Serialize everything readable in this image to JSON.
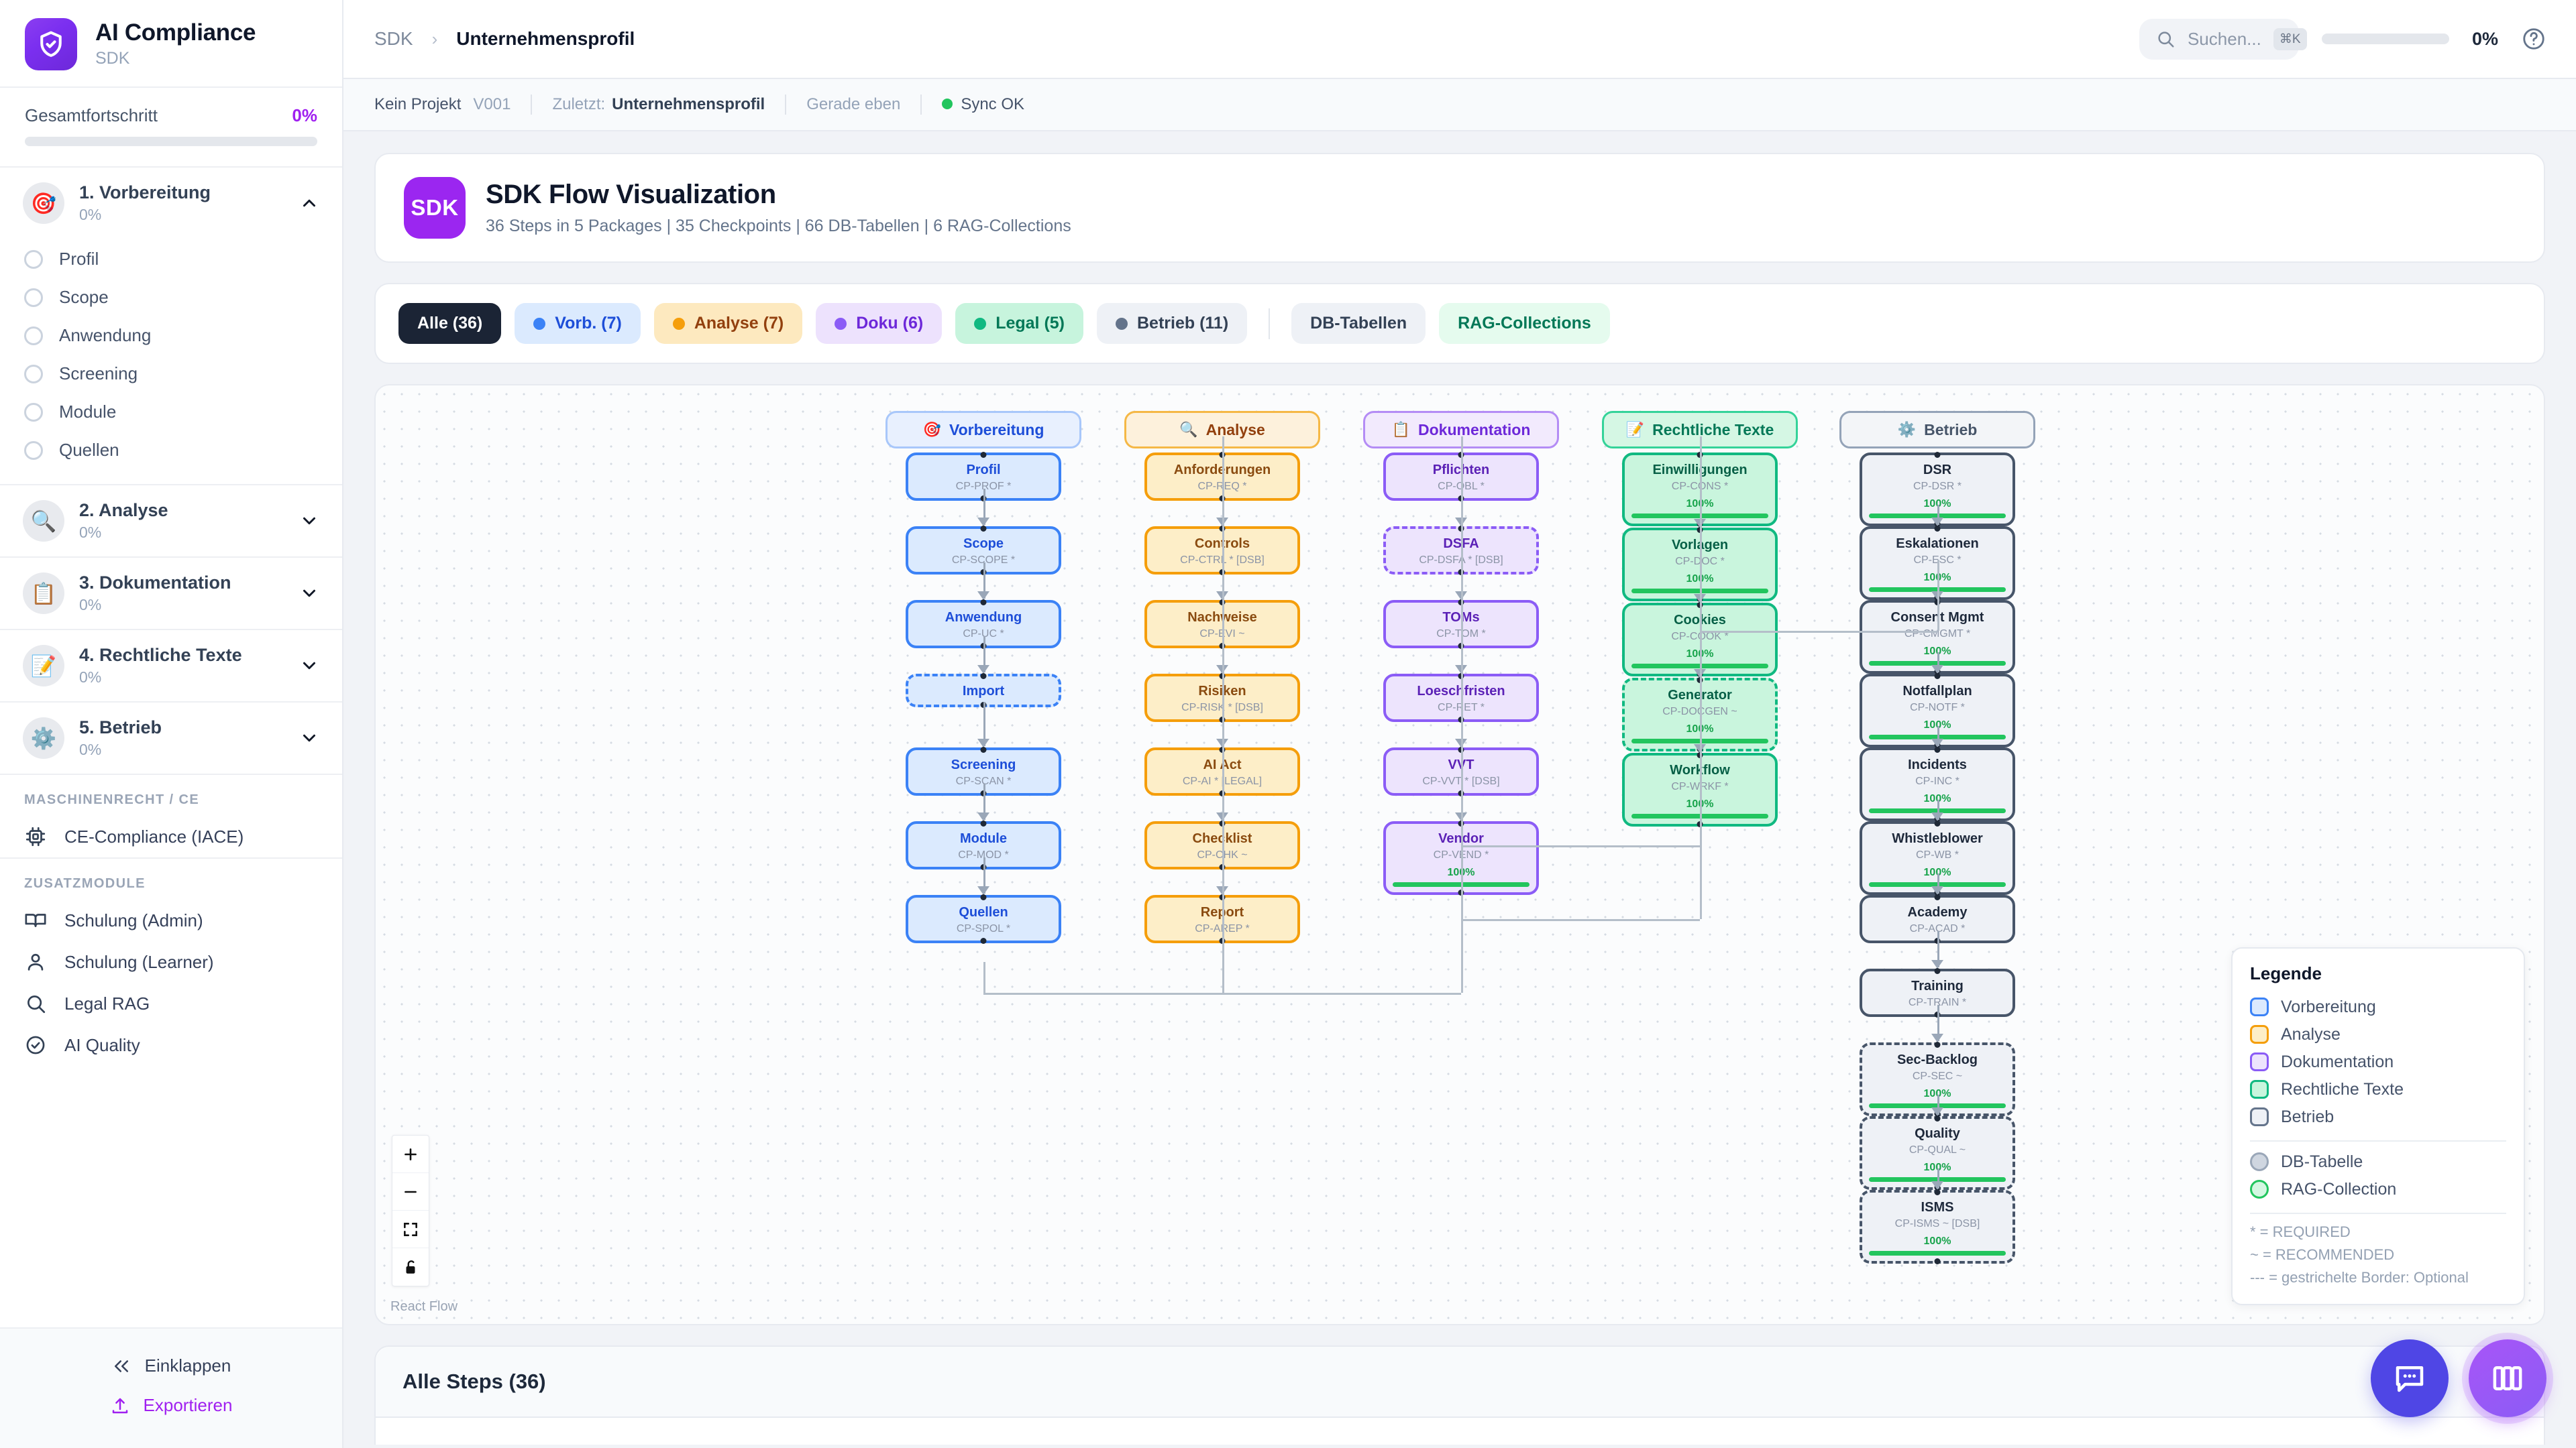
{
  "brand": {
    "title": "AI Compliance",
    "subtitle": "SDK",
    "icon": "shield-check-icon"
  },
  "sidebar": {
    "progress": {
      "label": "Gesamtfortschritt",
      "value": "0%",
      "percent": 0
    },
    "sections": [
      {
        "emoji": "🎯",
        "title": "1. Vorbereitung",
        "percent": "0%",
        "expanded": true,
        "items": [
          {
            "label": "Profil"
          },
          {
            "label": "Scope"
          },
          {
            "label": "Anwendung"
          },
          {
            "label": "Screening"
          },
          {
            "label": "Module"
          },
          {
            "label": "Quellen"
          }
        ]
      },
      {
        "emoji": "🔍",
        "title": "2. Analyse",
        "percent": "0%",
        "expanded": false,
        "items": []
      },
      {
        "emoji": "📋",
        "title": "3. Dokumentation",
        "percent": "0%",
        "expanded": false,
        "items": []
      },
      {
        "emoji": "📝",
        "title": "4. Rechtliche Texte",
        "percent": "0%",
        "expanded": false,
        "items": []
      },
      {
        "emoji": "⚙️",
        "title": "5. Betrieb",
        "percent": "0%",
        "expanded": false,
        "items": []
      }
    ],
    "group_machine_label": "MASCHINENRECHT / CE",
    "machine_links": [
      {
        "label": "CE-Compliance (IACE)",
        "icon": "cpu-icon"
      }
    ],
    "group_extra_label": "ZUSATZMODULE",
    "extra_links": [
      {
        "label": "Schulung (Admin)",
        "icon": "book-icon"
      },
      {
        "label": "Schulung (Learner)",
        "icon": "user-icon"
      },
      {
        "label": "Legal RAG",
        "icon": "search-icon"
      },
      {
        "label": "AI Quality",
        "icon": "check-circle-icon"
      }
    ],
    "collapse_label": "Einklappen",
    "export_label": "Exportieren"
  },
  "topbar": {
    "breadcrumb_root": "SDK",
    "breadcrumb_current": "Unternehmensprofil",
    "search": {
      "placeholder": "Suchen...",
      "shortcut": "⌘K"
    },
    "progress_pct": "0%",
    "help_icon": "question-circle-icon"
  },
  "metabar": {
    "project": "Kein Projekt",
    "version": "V001",
    "last_label": "Zuletzt:",
    "last_value": "Unternehmensprofil",
    "time": "Gerade eben",
    "sync": "Sync OK"
  },
  "hero": {
    "badge": "SDK",
    "title": "SDK Flow Visualization",
    "subtitle": "36 Steps in 5 Packages | 35 Checkpoints | 66 DB-Tabellen | 6 RAG-Collections"
  },
  "chips": [
    {
      "label": "Alle (36)",
      "dot": null,
      "bg": "#1b2435",
      "fg": "#ffffff",
      "active": true
    },
    {
      "label": "Vorb. (7)",
      "dot": "#3b82f6",
      "bg": "#dbeafe",
      "fg": "#1d4ed8"
    },
    {
      "label": "Analyse (7)",
      "dot": "#f59e0b",
      "bg": "#fde9bf",
      "fg": "#92400e"
    },
    {
      "label": "Doku (6)",
      "dot": "#8b5cf6",
      "bg": "#ede2fd",
      "fg": "#6d28d9"
    },
    {
      "label": "Legal (5)",
      "dot": "#10b981",
      "bg": "#c7f4dd",
      "fg": "#047857"
    },
    {
      "label": "Betrieb (11)",
      "dot": "#64748b",
      "bg": "#eef1f6",
      "fg": "#334155"
    },
    {
      "sep": true
    },
    {
      "label": "DB-Tabellen",
      "dot": null,
      "bg": "#eef1f6",
      "fg": "#334155"
    },
    {
      "label": "RAG-Collections",
      "dot": null,
      "bg": "#e5fbee",
      "fg": "#047857"
    }
  ],
  "flow": {
    "groups": [
      {
        "label": "Vorbereitung",
        "icon": "🎯",
        "bg": "#e8f0fe",
        "border": "#a8c7fa",
        "fg": "#1d4ed8"
      },
      {
        "label": "Analyse",
        "icon": "🔍",
        "bg": "#fdf1dc",
        "border": "#f5b846",
        "fg": "#92400e"
      },
      {
        "label": "Dokumentation",
        "icon": "📋",
        "bg": "#f2eafd",
        "border": "#b48cf5",
        "fg": "#6d28d9"
      },
      {
        "label": "Rechtliche Texte",
        "icon": "📝",
        "bg": "#d5f7e4",
        "border": "#34d399",
        "fg": "#047857"
      },
      {
        "label": "Betrieb",
        "icon": "⚙️",
        "bg": "#f3f5f8",
        "border": "#94a3b8",
        "fg": "#475569"
      }
    ],
    "columns": [
      {
        "key": "vorbereitung",
        "bg": "#dbeafe",
        "border": "#3b82f6",
        "fg": "#1d4ed8",
        "nodes": [
          {
            "title": "Profil",
            "code": "CP-PROF *",
            "dashed": false
          },
          {
            "title": "Scope",
            "code": "CP-SCOPE *",
            "dashed": false
          },
          {
            "title": "Anwendung",
            "code": "CP-UC *",
            "dashed": false
          },
          {
            "title": "Import",
            "code": "",
            "dashed": true
          },
          {
            "title": "Screening",
            "code": "CP-SCAN *",
            "dashed": false
          },
          {
            "title": "Module",
            "code": "CP-MOD *",
            "dashed": false
          },
          {
            "title": "Quellen",
            "code": "CP-SPOL *",
            "dashed": false
          }
        ]
      },
      {
        "key": "analyse",
        "bg": "#fdeec8",
        "border": "#f59e0b",
        "fg": "#8a4b10",
        "nodes": [
          {
            "title": "Anforderungen",
            "code": "CP-REQ *",
            "dashed": false
          },
          {
            "title": "Controls",
            "code": "CP-CTRL * [DSB]",
            "dashed": false
          },
          {
            "title": "Nachweise",
            "code": "CP-EVI ~",
            "dashed": false
          },
          {
            "title": "Risiken",
            "code": "CP-RISK * [DSB]",
            "dashed": false
          },
          {
            "title": "AI Act",
            "code": "CP-AI * [LEGAL]",
            "dashed": false
          },
          {
            "title": "Checklist",
            "code": "CP-CHK ~",
            "dashed": false
          },
          {
            "title": "Report",
            "code": "CP-AREP *",
            "dashed": false
          }
        ]
      },
      {
        "key": "dokumentation",
        "bg": "#ede4fd",
        "border": "#8b5cf6",
        "fg": "#5b21b6",
        "nodes": [
          {
            "title": "Pflichten",
            "code": "CP-OBL *",
            "dashed": false
          },
          {
            "title": "DSFA",
            "code": "CP-DSFA * [DSB]",
            "dashed": true
          },
          {
            "title": "TOMs",
            "code": "CP-TOM *",
            "dashed": false
          },
          {
            "title": "Loeschfristen",
            "code": "CP-RET *",
            "dashed": false
          },
          {
            "title": "VVT",
            "code": "CP-VVT * [DSB]",
            "dashed": false
          },
          {
            "title": "Vendor",
            "code": "CP-VEND *",
            "dashed": false,
            "pct": "100%"
          }
        ]
      },
      {
        "key": "rechtliche",
        "bg": "#c9f5dd",
        "border": "#10b981",
        "fg": "#065f46",
        "nodes": [
          {
            "title": "Einwilligungen",
            "code": "CP-CONS *",
            "dashed": false,
            "pct": "100%"
          },
          {
            "title": "Vorlagen",
            "code": "CP-DOC *",
            "dashed": false,
            "pct": "100%"
          },
          {
            "title": "Cookies",
            "code": "CP-COOK *",
            "dashed": false,
            "pct": "100%"
          },
          {
            "title": "Generator",
            "code": "CP-DOCGEN ~",
            "dashed": true,
            "pct": "100%"
          },
          {
            "title": "Workflow",
            "code": "CP-WRKF *",
            "dashed": false,
            "pct": "100%"
          }
        ]
      },
      {
        "key": "betrieb",
        "bg": "#eef1f6",
        "border": "#475569",
        "fg": "#1e293b",
        "nodes": [
          {
            "title": "DSR",
            "code": "CP-DSR *",
            "dashed": false,
            "pct": "100%"
          },
          {
            "title": "Eskalationen",
            "code": "CP-ESC *",
            "dashed": false,
            "pct": "100%"
          },
          {
            "title": "Consent Mgmt",
            "code": "CP-CMGMT *",
            "dashed": false,
            "pct": "100%"
          },
          {
            "title": "Notfallplan",
            "code": "CP-NOTF *",
            "dashed": false,
            "pct": "100%"
          },
          {
            "title": "Incidents",
            "code": "CP-INC *",
            "dashed": false,
            "pct": "100%"
          },
          {
            "title": "Whistleblower",
            "code": "CP-WB *",
            "dashed": false,
            "pct": "100%"
          },
          {
            "title": "Academy",
            "code": "CP-ACAD *",
            "dashed": false
          },
          {
            "title": "Training",
            "code": "CP-TRAIN *",
            "dashed": false
          },
          {
            "title": "Sec-Backlog",
            "code": "CP-SEC ~",
            "dashed": true,
            "pct": "100%"
          },
          {
            "title": "Quality",
            "code": "CP-QUAL ~",
            "dashed": true,
            "pct": "100%"
          },
          {
            "title": "ISMS",
            "code": "CP-ISMS ~ [DSB]",
            "dashed": true,
            "pct": "100%"
          }
        ]
      }
    ],
    "legend": {
      "title": "Legende",
      "packages": [
        {
          "label": "Vorbereitung",
          "bg": "#dbeafe",
          "border": "#3b82f6"
        },
        {
          "label": "Analyse",
          "bg": "#fdeec8",
          "border": "#f59e0b"
        },
        {
          "label": "Dokumentation",
          "bg": "#ede4fd",
          "border": "#8b5cf6"
        },
        {
          "label": "Rechtliche Texte",
          "bg": "#c9f5dd",
          "border": "#10b981"
        },
        {
          "label": "Betrieb",
          "bg": "#eef1f6",
          "border": "#64748b"
        }
      ],
      "resources": [
        {
          "label": "DB-Tabelle",
          "bg": "#cfd6e0",
          "border": "#9aa7b8"
        },
        {
          "label": "RAG-Collection",
          "bg": "#d4f7e2",
          "border": "#22c55e"
        }
      ],
      "notes": [
        "* = REQUIRED",
        "~ = RECOMMENDED",
        "--- = gestrichelte Border: Optional"
      ]
    },
    "controls": [
      {
        "icon": "plus-icon"
      },
      {
        "icon": "minus-icon"
      },
      {
        "icon": "fit-view-icon"
      },
      {
        "icon": "lock-open-icon"
      }
    ],
    "attribution": "React Flow"
  },
  "steps": {
    "title": "Alle Steps (36)"
  },
  "fabs": [
    {
      "icon": "chat-icon"
    },
    {
      "icon": "panel-icon"
    }
  ]
}
